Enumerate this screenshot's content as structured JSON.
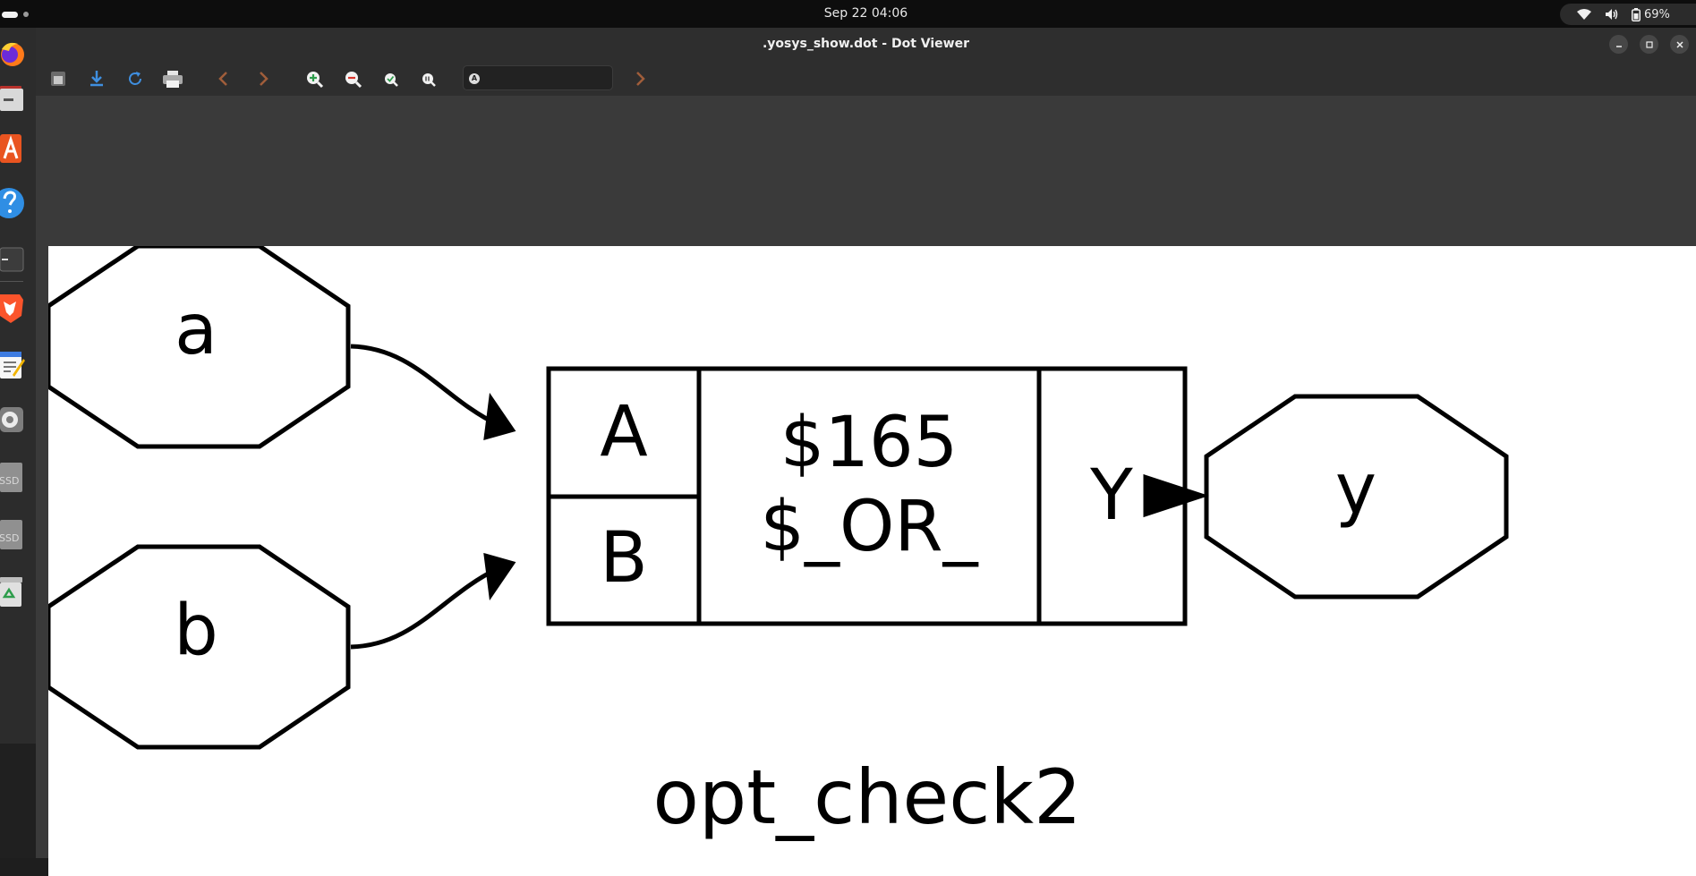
{
  "topbar": {
    "clock": "Sep 22  04:06",
    "battery": "69%"
  },
  "window": {
    "title": ".yosys_show.dot - Dot Viewer"
  },
  "toolbar": {
    "find_value": ""
  },
  "graph": {
    "inputs": [
      {
        "id": "a",
        "label": "a"
      },
      {
        "id": "b",
        "label": "b"
      }
    ],
    "cell": {
      "ports_in": [
        "A",
        "B"
      ],
      "name": "$165",
      "type": "$_OR_",
      "port_out": "Y"
    },
    "output": {
      "id": "y",
      "label": "y"
    },
    "caption": "opt_check2"
  },
  "colors": {
    "canvas_bg": "#ffffff",
    "stroke": "#000000",
    "window_bg": "#3a3a3a",
    "dock_bg": "#2c2c2c"
  }
}
